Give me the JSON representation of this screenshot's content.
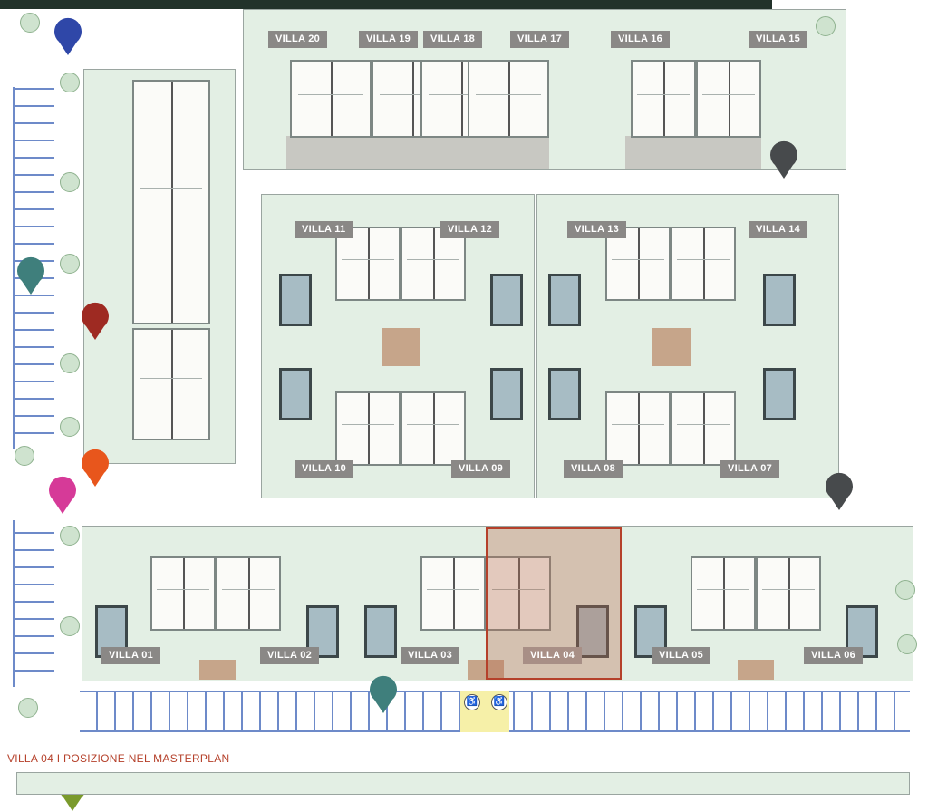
{
  "map": {
    "caption": "VILLA 04  I  POSIZIONE NEL MASTERPLAN",
    "highlighted_villa": "VILLA 04",
    "highlight_color": "#b5402a",
    "villas": {
      "v01": "VILLA 01",
      "v02": "VILLA 02",
      "v03": "VILLA 03",
      "v04": "VILLA 04",
      "v05": "VILLA 05",
      "v06": "VILLA 06",
      "v07": "VILLA 07",
      "v08": "VILLA 08",
      "v09": "VILLA 09",
      "v10": "VILLA 10",
      "v11": "VILLA 11",
      "v12": "VILLA 12",
      "v13": "VILLA 13",
      "v14": "VILLA 14",
      "v15": "VILLA 15",
      "v16": "VILLA 16",
      "v17": "VILLA 17",
      "v18": "VILLA 18",
      "v19": "VILLA 19",
      "v20": "VILLA 20"
    },
    "pin_colors": {
      "blue": "#2f47a8",
      "teal": "#3f7f7c",
      "red": "#9e2a22",
      "orange": "#e8561c",
      "magenta": "#d63a98",
      "dark": "#474a4c",
      "olive": "#7a9a2c"
    },
    "icons": {
      "accessible_parking": "wheelchair-icon"
    }
  }
}
